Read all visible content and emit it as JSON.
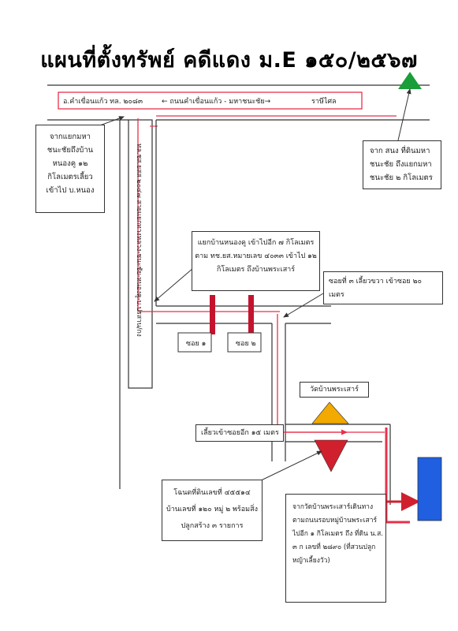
{
  "title": "แผนที่ตั้งทรัพย์ คดีแดง ม.E ๑๕๐/๒๕๖๗",
  "top_road": {
    "left_label": "อ.คำเขื่อนแก้ว ทล. ๒๐๘๓",
    "center_label": "← ถนนคำเขื่อนแก้ว - มหาชนะชัย→",
    "right_label": "ราษีไศล"
  },
  "side_road_label": "ทล.ชส.ยสส ๒๐๔๗ สายแยกทางหลวง-ชนะชัย-หนองคู-บ.ปรสาน/กง",
  "notes": {
    "left": [
      "จากแยกมหา",
      "ชนะชัยถึงบ้าน",
      "หนองคู ๑๒",
      "กิโลเมตรเลี้ยว",
      "เข้าไป บ.หนอง"
    ],
    "right_top": [
      "จาก สนง ที่ดินมหา",
      "ชนะชัย ถึงแยกมหา",
      "ชนะชัย ๒ กิโลเมตร"
    ],
    "center": [
      "แยกบ้านหนองคู เข้าไปอีก ๗ กิโลเมตร",
      "ตาม ทช.ยส.หมายเลข ๔๐๓๓ เข้าไป ๑๒",
      "กิโลเมตร ถึงบ้านพระเสาร์"
    ],
    "soi3": [
      "ซอยที่ ๓ เลี้ยวขวา เข้าซอย ๒๐",
      "เมตร"
    ],
    "turn": [
      "เลี้ยวเข้าซอยอีก ๑๕ เมตร"
    ],
    "deed": [
      "โฉนดที่ดินเลขที่ ๔๕๕๑๔",
      "บ้านเลขที่ ๑๒๐ หมู่ ๒ พร้อมสิ่ง",
      "ปลูกสร้าง ๓ รายการ"
    ],
    "bottom": [
      "จากวัดบ้านพระเสาร์เดินทาง",
      "ตามถนนรอบหมู่บ้านพระเสาร์",
      "ไปอีก ๑ กิโลเมตร ถึง ที่ดิน น.ส.",
      "๓ ก เลขที่ ๒๘๙๐ (ที่สวนปลูก",
      "หญ้าเลี้ยงวัว)"
    ]
  },
  "labels": {
    "soi1": "ซอย ๑",
    "soi2": "ซอย ๒",
    "temple": "วัดบ้านพระเสาร์"
  },
  "colors": {
    "route": "#e8304a",
    "road": "#333333",
    "north_marker": "#1a9e3a",
    "temple": "#f2a900",
    "property": "#d0202e",
    "land_plot": "#1f5fe0",
    "soi_bar": "#c4132e"
  },
  "icons": {
    "north_marker": "green-triangle-icon",
    "temple": "orange-triangle-icon",
    "property": "red-triangle-icon",
    "land_plot": "blue-rectangle-icon"
  }
}
